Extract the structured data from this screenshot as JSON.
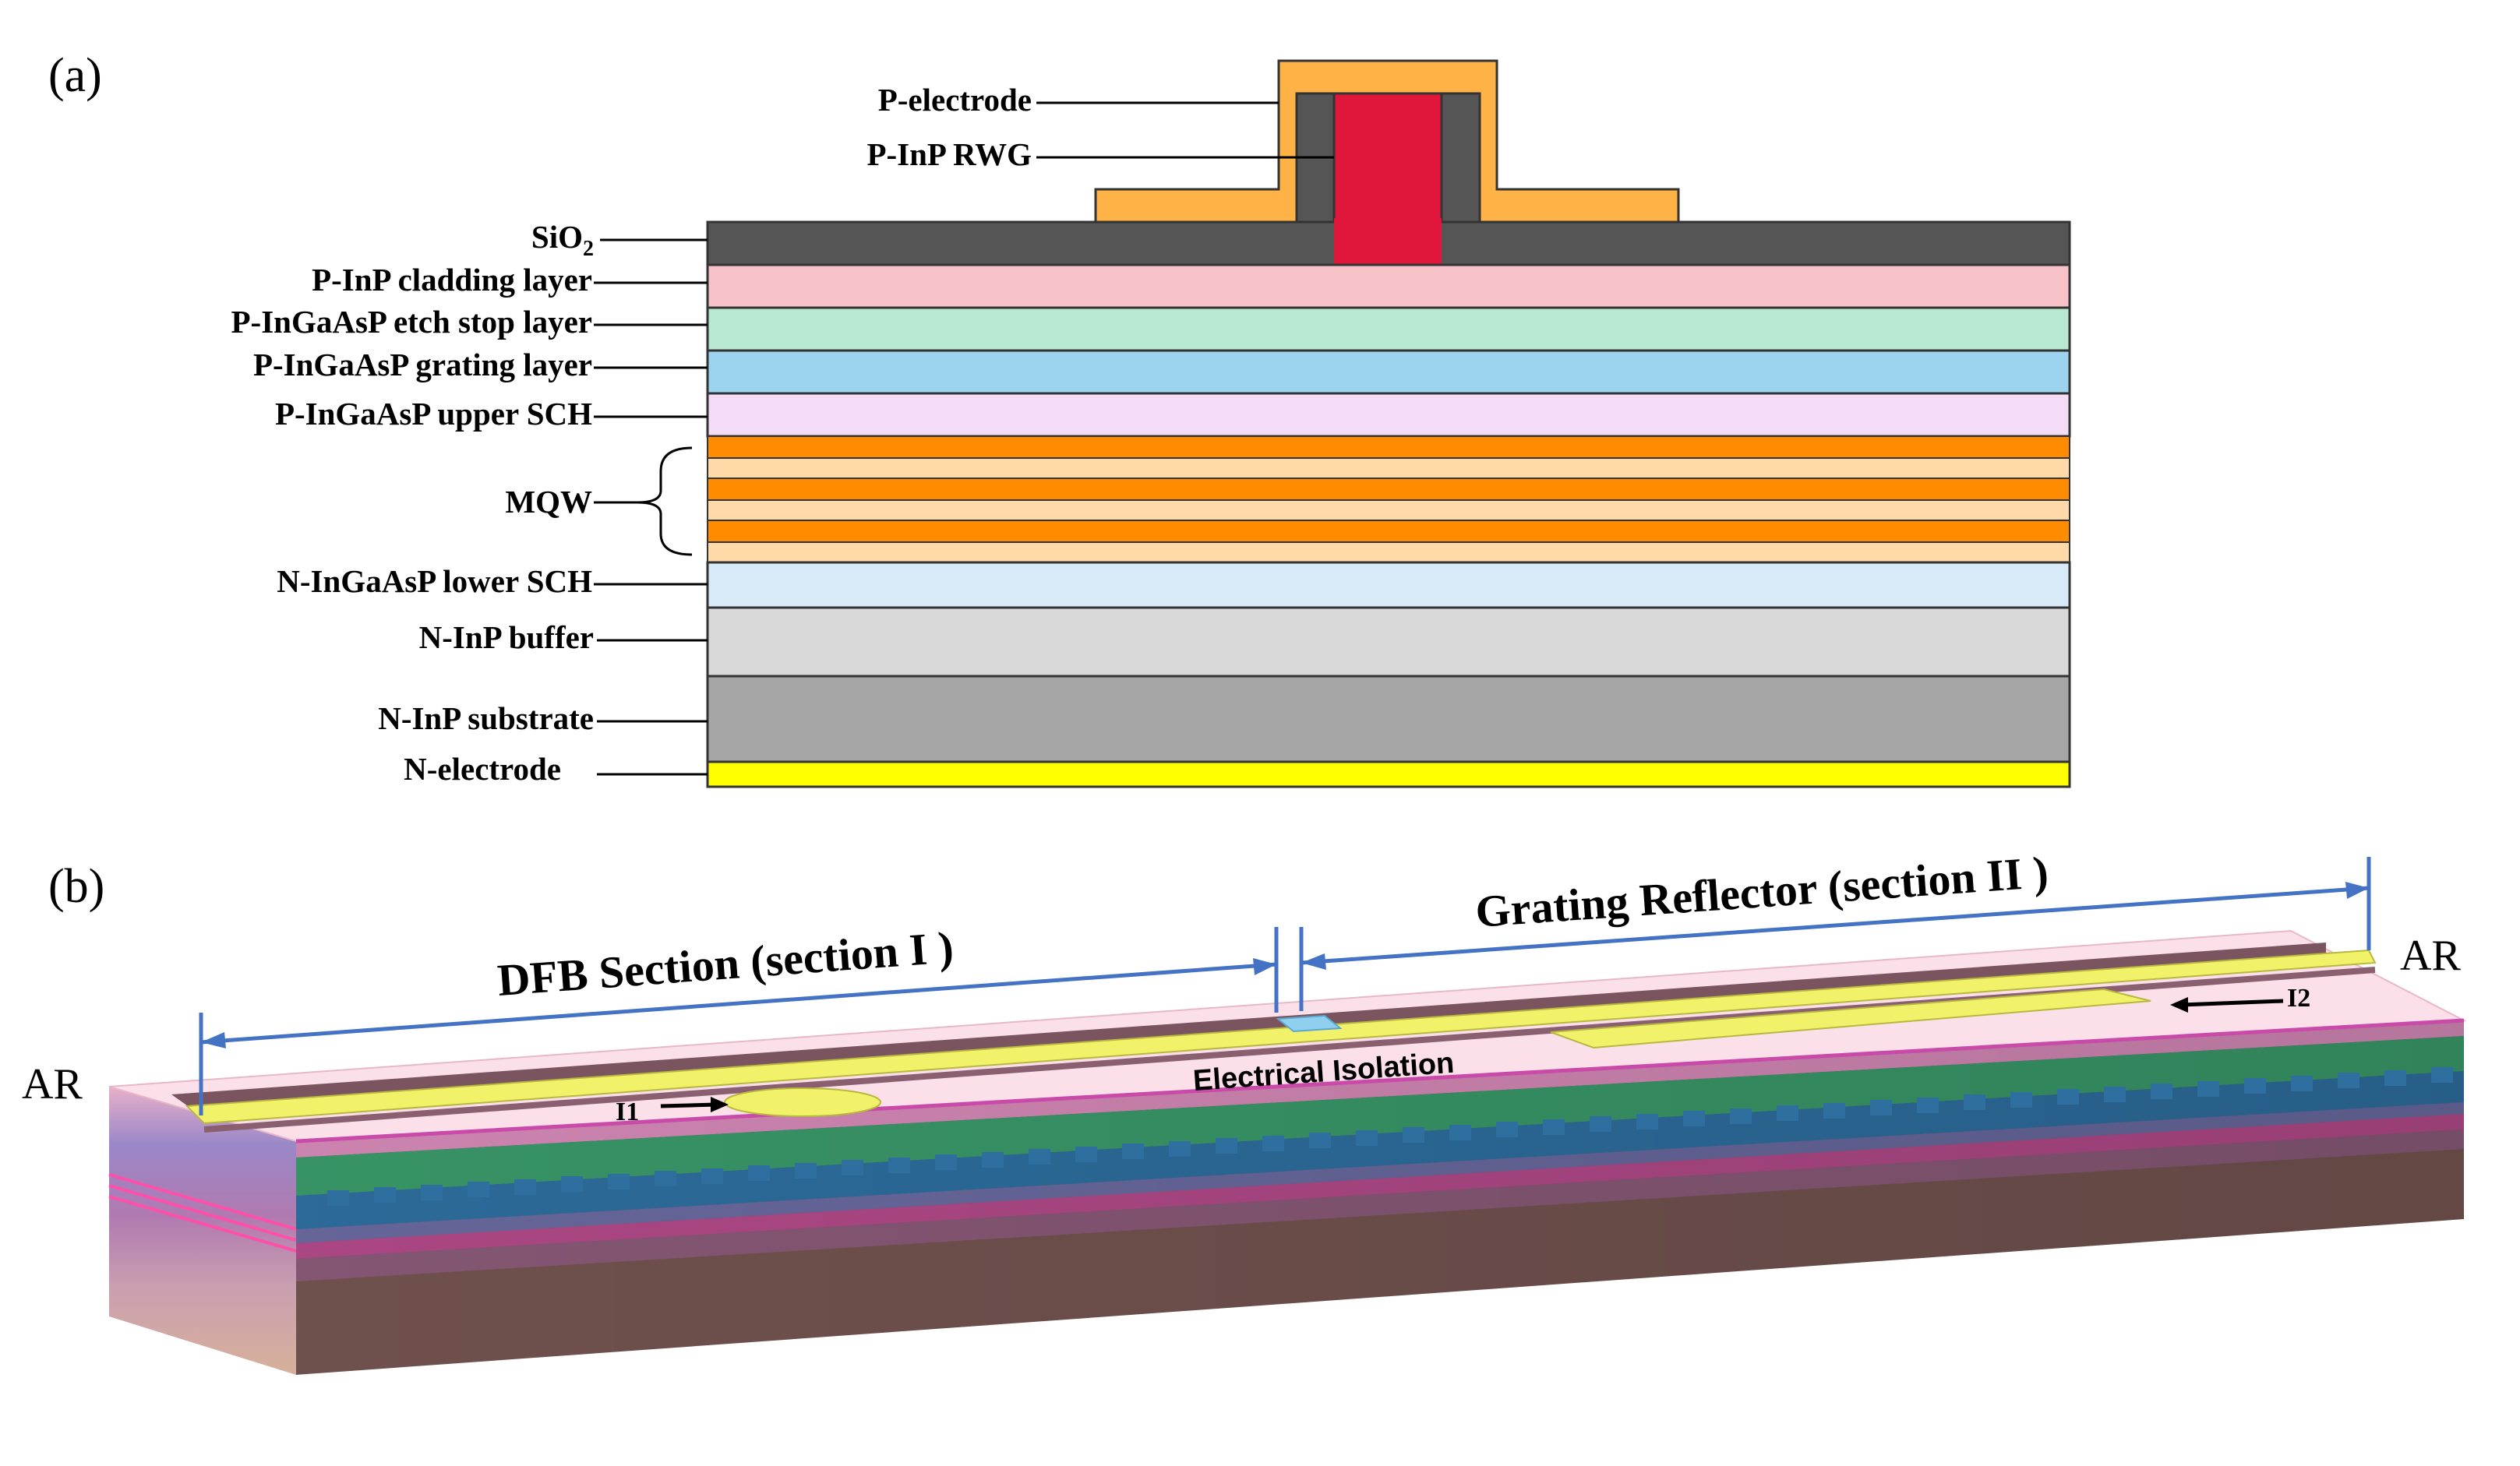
{
  "panel_a": {
    "tag": "(a)",
    "top_labels": {
      "p_electrode": "P-electrode",
      "p_inp_rwg": "P-InP RWG"
    },
    "sio2": {
      "base": "SiO",
      "sub": "2"
    },
    "layers": [
      {
        "label": "P-InP cladding layer",
        "color": "#f6c2c8"
      },
      {
        "label": "P-InGaAsP etch stop layer",
        "color": "#b9e8d2"
      },
      {
        "label": "P-InGaAsP grating layer",
        "color": "#9cd3ef"
      },
      {
        "label": "P-InGaAsP upper SCH",
        "color": "#f4dcf6"
      },
      {
        "label": "MQW",
        "color": "#ff8c00"
      },
      {
        "label": "N-InGaAsP lower SCH",
        "color": "#d8e9f8"
      },
      {
        "label": "N-InP buffer",
        "color": "#d9d9d9"
      },
      {
        "label": "N-InP substrate",
        "color": "#a6a6a6"
      },
      {
        "label": "N-electrode",
        "color": "#ffff00"
      }
    ],
    "colors": {
      "electrode": "#ffb347",
      "rwg": "#e0163a",
      "sio2": "#555555",
      "mqw_barrier": "#ffd9a8",
      "outline": "#333333"
    }
  },
  "panel_b": {
    "tag": "(b)",
    "dfb_section": "DFB Section (section I )",
    "grating_reflector": "Grating Reflector (section II )",
    "electrical_isolation": "Electrical Isolation",
    "ar_left": "AR",
    "ar_right": "AR",
    "i1": "I1",
    "i2": "I2",
    "colors": {
      "dimension_line": "#4472c4",
      "top_surface": "#fbe0ea",
      "electrode": "#f2f26a",
      "ridge": "#7a5560",
      "grating_green": "#3a9a6a",
      "grating_blue": "#2e6fa0",
      "substrate": "#745450"
    }
  }
}
